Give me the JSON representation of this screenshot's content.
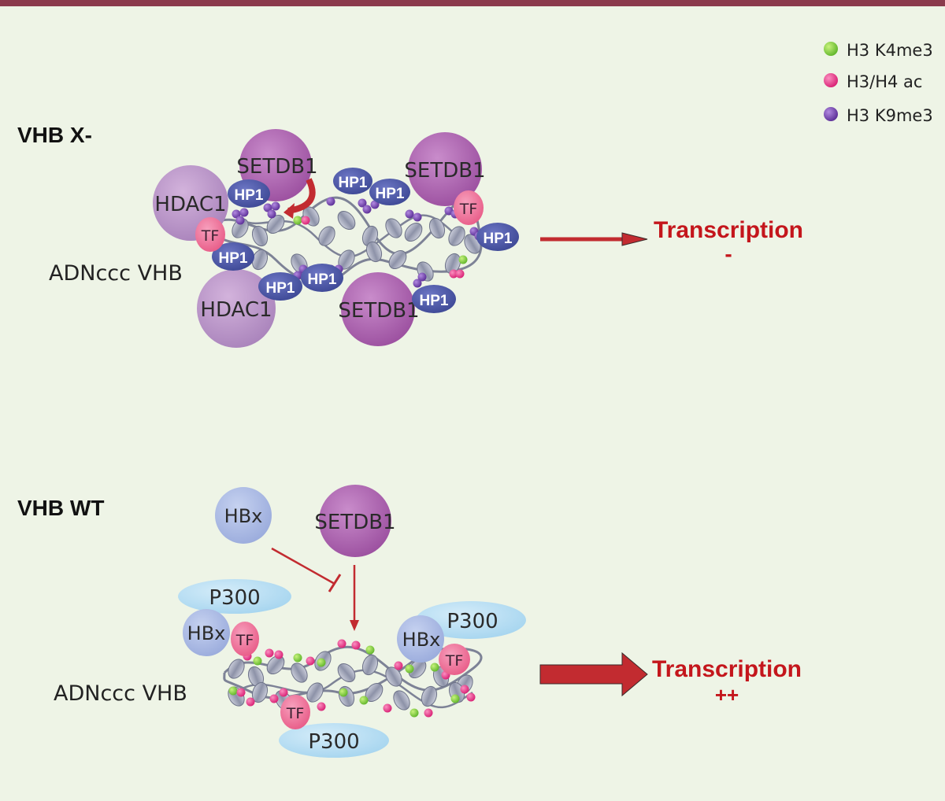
{
  "colors": {
    "background": "#eef4e6",
    "top_bar": "#8b3a4c",
    "setdb1": "#a259a6",
    "hdac1": "#b88fc4",
    "hp1": "#4c57a8",
    "tf": "#ef6e97",
    "hbx": "#a8b8e2",
    "p300": "#b3dcf2",
    "h3k4me3": "#7fd23a",
    "h34ac": "#ef2f86",
    "h3k9me3": "#7a3fb0",
    "arrow": "#c22b30",
    "transcription_text": "#c4161c",
    "nucleosome": "#9ba0b4"
  },
  "legend": [
    {
      "label": "H3 K4me3",
      "color": "#7fd23a"
    },
    {
      "label": "H3/H4 ac",
      "color": "#ef2f86"
    },
    {
      "label": "H3 K9me3",
      "color": "#7a3fb0"
    }
  ],
  "panel_top": {
    "title": "VHB X-",
    "dna_label": "ADNccc VHB",
    "output_label": "Transcription",
    "output_level": "-",
    "proteins": {
      "setdb1_a": "SETDB1",
      "setdb1_b": "SETDB1",
      "setdb1_c": "SETDB1",
      "hdac1_a": "HDAC1",
      "hdac1_b": "HDAC1",
      "hp1_a": "HP1",
      "hp1_b": "HP1",
      "hp1_c": "HP1",
      "hp1_d": "HP1",
      "hp1_e": "HP1",
      "hp1_f": "HP1",
      "hp1_g": "HP1",
      "hp1_h": "HP1",
      "tf_a": "TF",
      "tf_b": "TF"
    }
  },
  "panel_bottom": {
    "title": "VHB WT",
    "dna_label": "ADNccc VHB",
    "output_label": "Transcription",
    "output_level": "++",
    "proteins": {
      "hbx_a": "HBx",
      "hbx_b": "HBx",
      "hbx_c": "HBx",
      "setdb1": "SETDB1",
      "p300_a": "P300",
      "p300_b": "P300",
      "p300_c": "P300",
      "tf_a": "TF",
      "tf_b": "TF",
      "tf_c": "TF"
    }
  }
}
